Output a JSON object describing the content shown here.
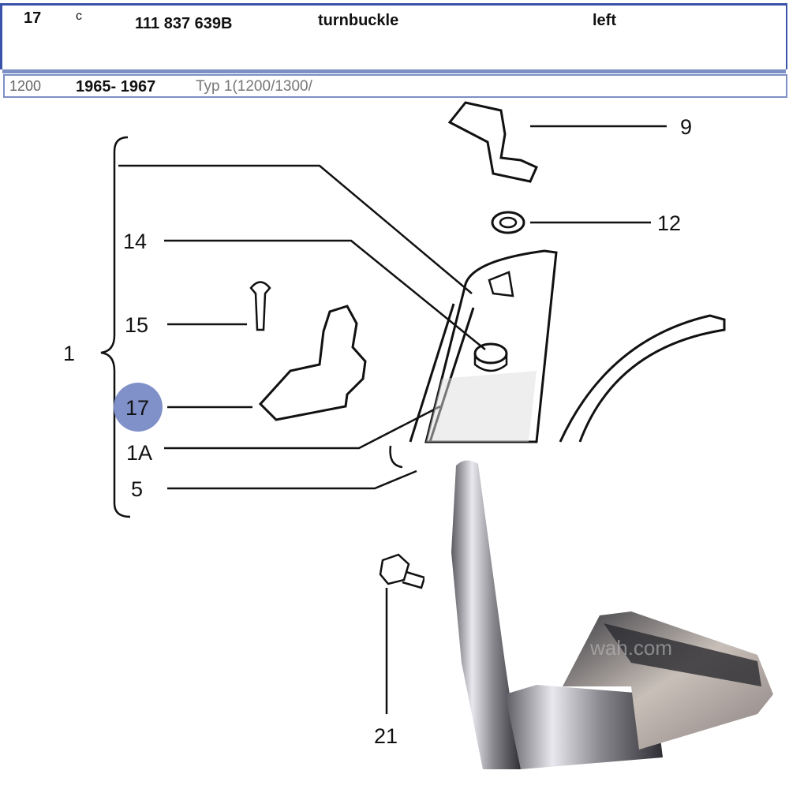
{
  "part_row": {
    "position": "17",
    "code": "c",
    "part_number": "111 837 639B",
    "description": "turnbuckle",
    "side": "left"
  },
  "model_row": {
    "model": "1200",
    "years": "1965- 1967",
    "type": "Typ 1(1200/1300/"
  },
  "diagram": {
    "callouts": [
      "9",
      "12",
      "14",
      "15",
      "1",
      "17",
      "1A",
      "5",
      "21"
    ],
    "highlight_color": "#8090c8"
  },
  "photo": {
    "watermark": "wah.com"
  }
}
